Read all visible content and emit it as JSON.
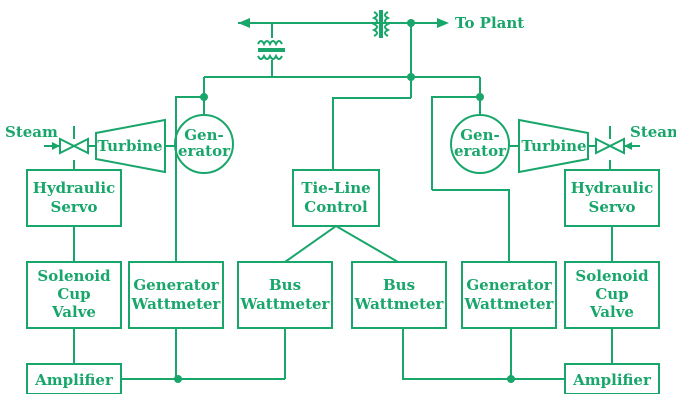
{
  "colors": {
    "line": "#19a66b",
    "background": "#ffffff"
  },
  "top": {
    "to_plant": "To Plant"
  },
  "left": {
    "steam": "Steam",
    "turbine": "Turbine",
    "generator": [
      "Gen-",
      "erator"
    ],
    "hydraulic_servo": [
      "Hydraulic",
      "Servo"
    ],
    "solenoid_valve": [
      "Solenoid",
      "Cup",
      "Valve"
    ],
    "generator_wattmeter": [
      "Generator",
      "Wattmeter"
    ],
    "amplifier": "Amplifier"
  },
  "center": {
    "tie_line_control": [
      "Tie-Line",
      "Control"
    ],
    "bus_wattmeter_left": [
      "Bus",
      "Wattmeter"
    ],
    "bus_wattmeter_right": [
      "Bus",
      "Wattmeter"
    ]
  },
  "right": {
    "steam": "Steam",
    "turbine": "Turbine",
    "generator": [
      "Gen-",
      "erator"
    ],
    "hydraulic_servo": [
      "Hydraulic",
      "Servo"
    ],
    "solenoid_valve": [
      "Solenoid",
      "Cup",
      "Valve"
    ],
    "generator_wattmeter": [
      "Generator",
      "Wattmeter"
    ],
    "amplifier": "Amplifier"
  }
}
